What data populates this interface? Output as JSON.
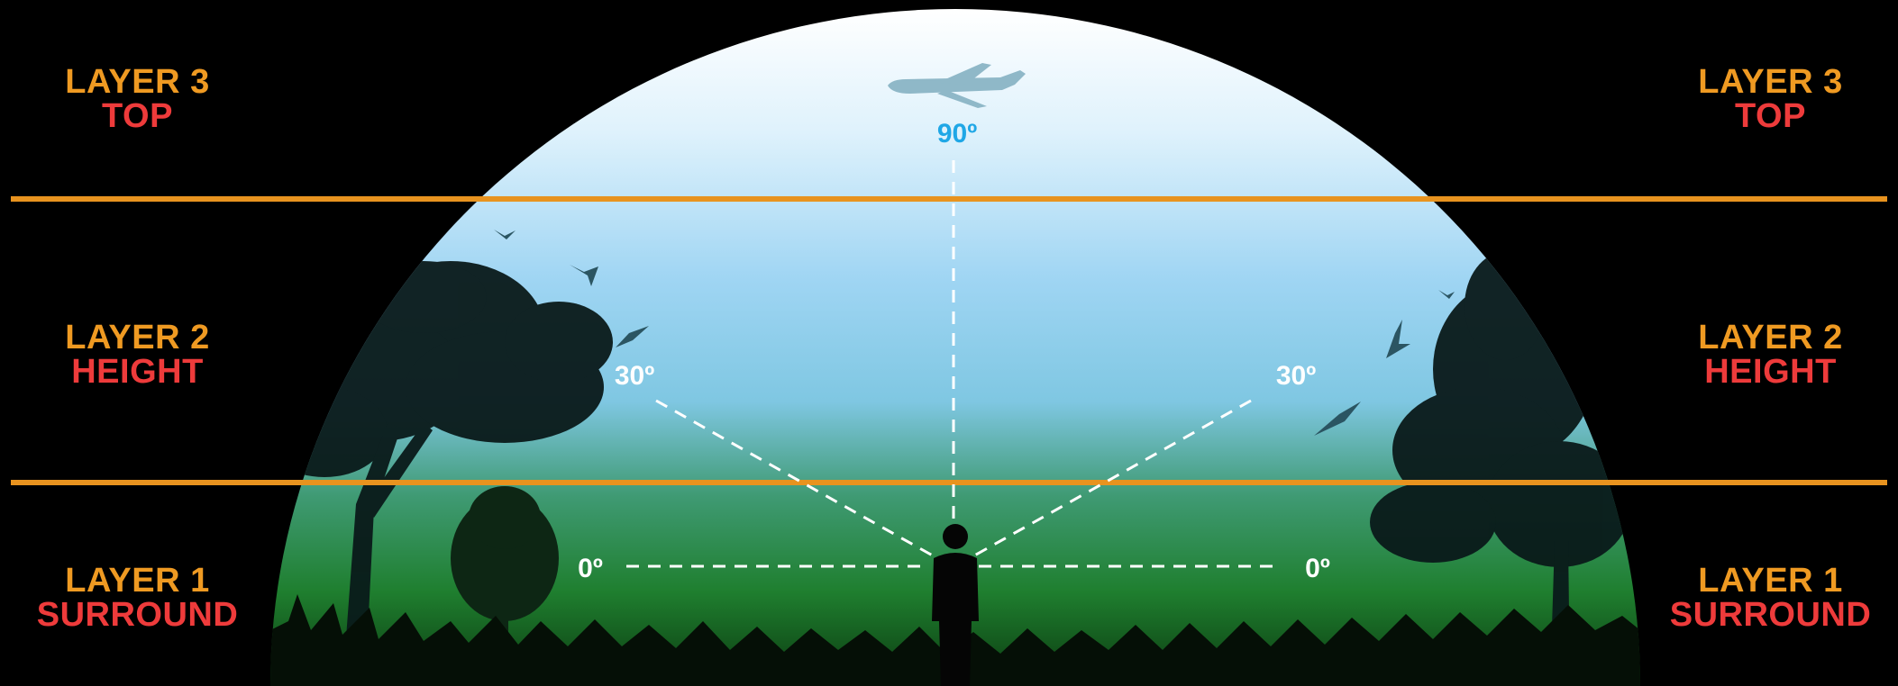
{
  "colors": {
    "background": "#000000",
    "divider": "#e8931f",
    "layer_title": "#ef9a22",
    "layer_sub": "#ee3b3b",
    "angle_top": "#1fa7e6",
    "angle_other": "#ffffff",
    "sky_top": "#ffffff",
    "sky_mid": "#a6d9f5",
    "ground": "#1c7a25"
  },
  "layers": {
    "top": {
      "title": "LAYER 3",
      "sub": "TOP"
    },
    "height": {
      "title": "LAYER 2",
      "sub": "HEIGHT"
    },
    "surround": {
      "title": "LAYER 1",
      "sub": "SURROUND"
    }
  },
  "angles": {
    "top": "90º",
    "mid_left": "30º",
    "mid_right": "30º",
    "base_left": "0º",
    "base_right": "0º"
  },
  "icons": [
    "airplane-icon",
    "bird-icon",
    "tree-icon",
    "person-silhouette-icon",
    "grass-icon"
  ]
}
